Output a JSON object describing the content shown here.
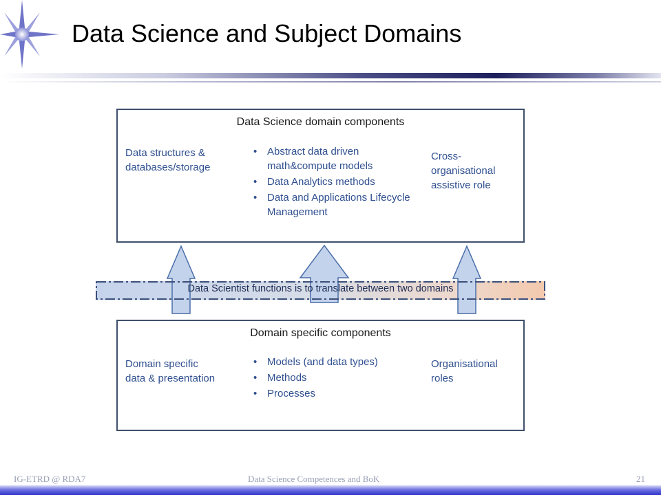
{
  "slide": {
    "title": "Data Science and Subject Domains"
  },
  "top_panel": {
    "heading": "Data Science domain components",
    "left_text_line1": "Data structures &",
    "left_text_line2": "databases/storage",
    "bullets": [
      "Abstract data driven math&compute models",
      "Data Analytics methods",
      "Data and Applications Lifecycle Management"
    ],
    "right_text_line1": "Cross-",
    "right_text_line2": "organisational",
    "right_text_line3": "assistive role"
  },
  "band": {
    "text": "Data Scientist functions is to translate between two domains"
  },
  "bottom_panel": {
    "heading": "Domain specific components",
    "left_text_line1": "Domain specific",
    "left_text_line2": "data & presentation",
    "bullets": [
      "Models (and data types)",
      "Methods",
      "Processes"
    ],
    "right_text_line1": "Organisational",
    "right_text_line2": "roles"
  },
  "footer": {
    "left": "IG-ETRD @ RDA7",
    "center": "Data Science Competences and BoK",
    "page_number": "21"
  },
  "colors": {
    "panel_text": "#2f4f8f",
    "panel_border": "#3e4f6b",
    "arrow_fill": "#c4d3ec",
    "arrow_stroke": "#4a6ea9"
  },
  "icons": {
    "logo": "star-burst-icon"
  }
}
